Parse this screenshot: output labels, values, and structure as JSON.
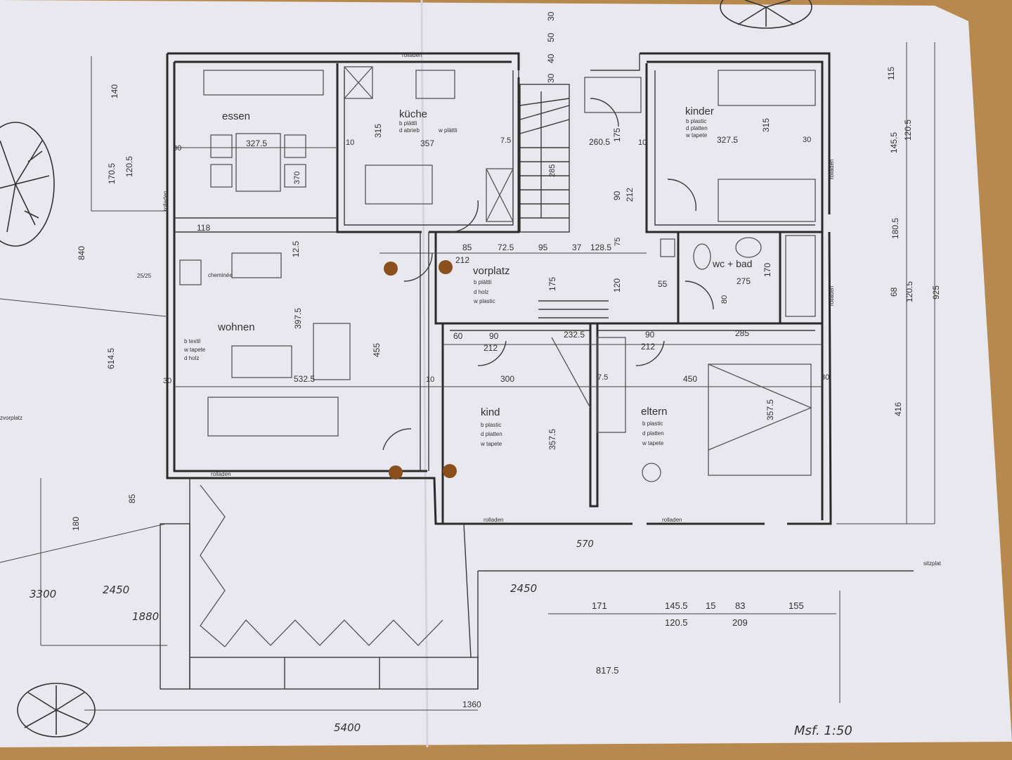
{
  "scale_note": "Msf. 1:50",
  "rooms": [
    {
      "id": "essen",
      "name": "essen",
      "finishes": [],
      "dimension": "327.5"
    },
    {
      "id": "kueche",
      "name": "küche",
      "finishes": [
        "b plättli",
        "d abrieb",
        "w plättli"
      ],
      "dimension": "357"
    },
    {
      "id": "kinder",
      "name": "kinder",
      "finishes": [
        "b plastic",
        "d platten",
        "w tapete"
      ],
      "dimension": "327.5"
    },
    {
      "id": "wohnen",
      "name": "wohnen",
      "finishes": [
        "b textil",
        "w tapete",
        "d holz"
      ],
      "dimension": "532.5"
    },
    {
      "id": "vorplatz",
      "name": "vorplatz",
      "finishes": [
        "b plättli",
        "d holz",
        "w plastic"
      ],
      "dimension": "212"
    },
    {
      "id": "wcbad",
      "name": "wc + bad",
      "finishes": [],
      "dimension": "275"
    },
    {
      "id": "kind",
      "name": "kind",
      "finishes": [
        "b plastic",
        "d platten",
        "w tapete"
      ],
      "dimension": "300"
    },
    {
      "id": "eltern",
      "name": "eltern",
      "finishes": [
        "b plastic",
        "d platten",
        "w tapete"
      ],
      "dimension": "450"
    }
  ],
  "labels": {
    "rolladen": "rolladen",
    "cheminee": "cheminée",
    "vorplatz_ext": "zvorplatz",
    "sitzplatz": "sitzplat",
    "fireplace_dim": "25/25"
  },
  "dimensions": {
    "top_left_140": "140",
    "left_1705": "170.5",
    "left_1205": "120.5",
    "left_840": "840",
    "left_6145": "614.5",
    "left_180": "180",
    "left_85": "85",
    "left_3300": "3300",
    "left_2450": "2450",
    "left_1880": "1880",
    "bottom_5400": "5400",
    "bottom_1360": "1360",
    "bottom_2450": "2450",
    "bottom_570": "570",
    "bottom_8175": "817.5",
    "bottom_171": "171",
    "bottom_1455": "145.5",
    "bottom_15": "15",
    "bottom_83": "83",
    "bottom_155": "155",
    "bottom_1205": "120.5",
    "bottom_209": "209",
    "right_115": "115",
    "right_1455": "145.5",
    "right_1205": "120.5",
    "right_1805": "180.5",
    "right_68": "68",
    "right_1205b": "120.5",
    "right_925": "925",
    "right_416": "416",
    "stair_30a": "30",
    "stair_50": "50",
    "stair_40": "40",
    "stair_30b": "30",
    "v_315_kueche": "315",
    "v_370": "370",
    "v_3975": "397.5",
    "v_455": "455",
    "v_285": "285",
    "v_2605": "260.5",
    "v_175": "175",
    "v_315_kinder": "315",
    "v_212": "212",
    "v_90": "90",
    "v_175b": "175",
    "v_120": "120",
    "v_170": "170",
    "v_3575a": "357.5",
    "v_3575b": "357.5",
    "h_118": "118",
    "h_125": "12.5",
    "h_85": "85",
    "h_725": "72.5",
    "h_95": "95",
    "h_37": "37",
    "h_1285": "128.5",
    "h_75": "75",
    "h_55": "55",
    "h_60": "60",
    "h_90a": "90",
    "h_212a": "212",
    "h_2325": "232.5",
    "h_90b": "90",
    "h_212b": "212",
    "h_285": "285",
    "h_30": "30",
    "h_10": "10",
    "h_75b": "7.5",
    "h_80": "80"
  },
  "colors": {
    "paper": "#e9e9ee",
    "ink": "#2b2b2b",
    "desk": "#b8894f",
    "pin": "#8a4f1c"
  }
}
